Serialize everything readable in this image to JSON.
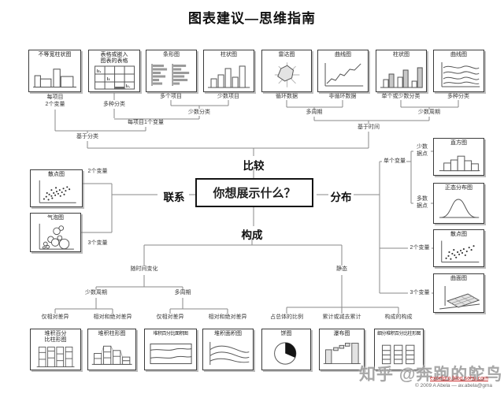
{
  "title": "图表建议—思维指南",
  "center_question": "你想展示什么？",
  "branches": {
    "top": "比较",
    "left": "联系",
    "right": "分布",
    "bottom": "构成"
  },
  "comparison": {
    "category_charts": [
      {
        "title": "不等宽柱状图",
        "label": "每项目\n2个变量"
      },
      {
        "title": "表格或嵌入\n图表的表格",
        "label": "多种分类"
      },
      {
        "title": "条形图",
        "label": "多个项目"
      },
      {
        "title": "柱状图",
        "label": "少数项目"
      }
    ],
    "time_charts": [
      {
        "title": "雷达图",
        "label": "循环数据"
      },
      {
        "title": "曲线图",
        "label": "非循环数据"
      },
      {
        "title": "柱状图",
        "label": "单个或少数分类"
      },
      {
        "title": "曲线图",
        "label": "多种分类"
      }
    ],
    "nodes": {
      "few_categories": "少数分类",
      "one_var_per_item": "每项目1个变量",
      "based_on_category": "基于分类",
      "many_periods": "多周期",
      "few_periods": "少数周期",
      "based_on_time": "基于时间"
    }
  },
  "relationship": {
    "charts": [
      {
        "title": "散点图",
        "label": "2个变量"
      },
      {
        "title": "气泡图",
        "label": "3个变量"
      }
    ]
  },
  "distribution": {
    "nodes": {
      "single_variable": "单个变量",
      "few_data_points": "少数\n据点",
      "many_data_points": "多数\n据点",
      "two_variables": "2个变量",
      "three_variables": "3个变量"
    },
    "charts": [
      {
        "title": "直方图"
      },
      {
        "title": "正态分布图"
      },
      {
        "title": "散点图"
      },
      {
        "title": "曲面图"
      }
    ]
  },
  "composition": {
    "nodes": {
      "changing_over_time": "随时间变化",
      "static": "静态",
      "few_periods": "少数周期",
      "many_periods": "多周期"
    },
    "charts": [
      {
        "label": "仅相对差异",
        "title": "堆积百分\n比柱形图"
      },
      {
        "label": "相对和绝对差异",
        "title": "堆积柱形图"
      },
      {
        "label": "仅相对差异",
        "title": "堆积百分比面积图"
      },
      {
        "label": "相对和绝对差异",
        "title": "堆积面积图"
      },
      {
        "label": "占总体的比例",
        "title": "饼图"
      },
      {
        "label": "累计或减去累计",
        "title": "瀑布图"
      },
      {
        "label": "构成的构成",
        "title": "细分堆积百分比柱形图"
      }
    ]
  },
  "footer": {
    "watermark": "知乎 @奔跑的鸵鸟",
    "link": "excelpro.blog.sohu.com",
    "copyright": "© 2009  A Abela — av.abela@gma"
  }
}
